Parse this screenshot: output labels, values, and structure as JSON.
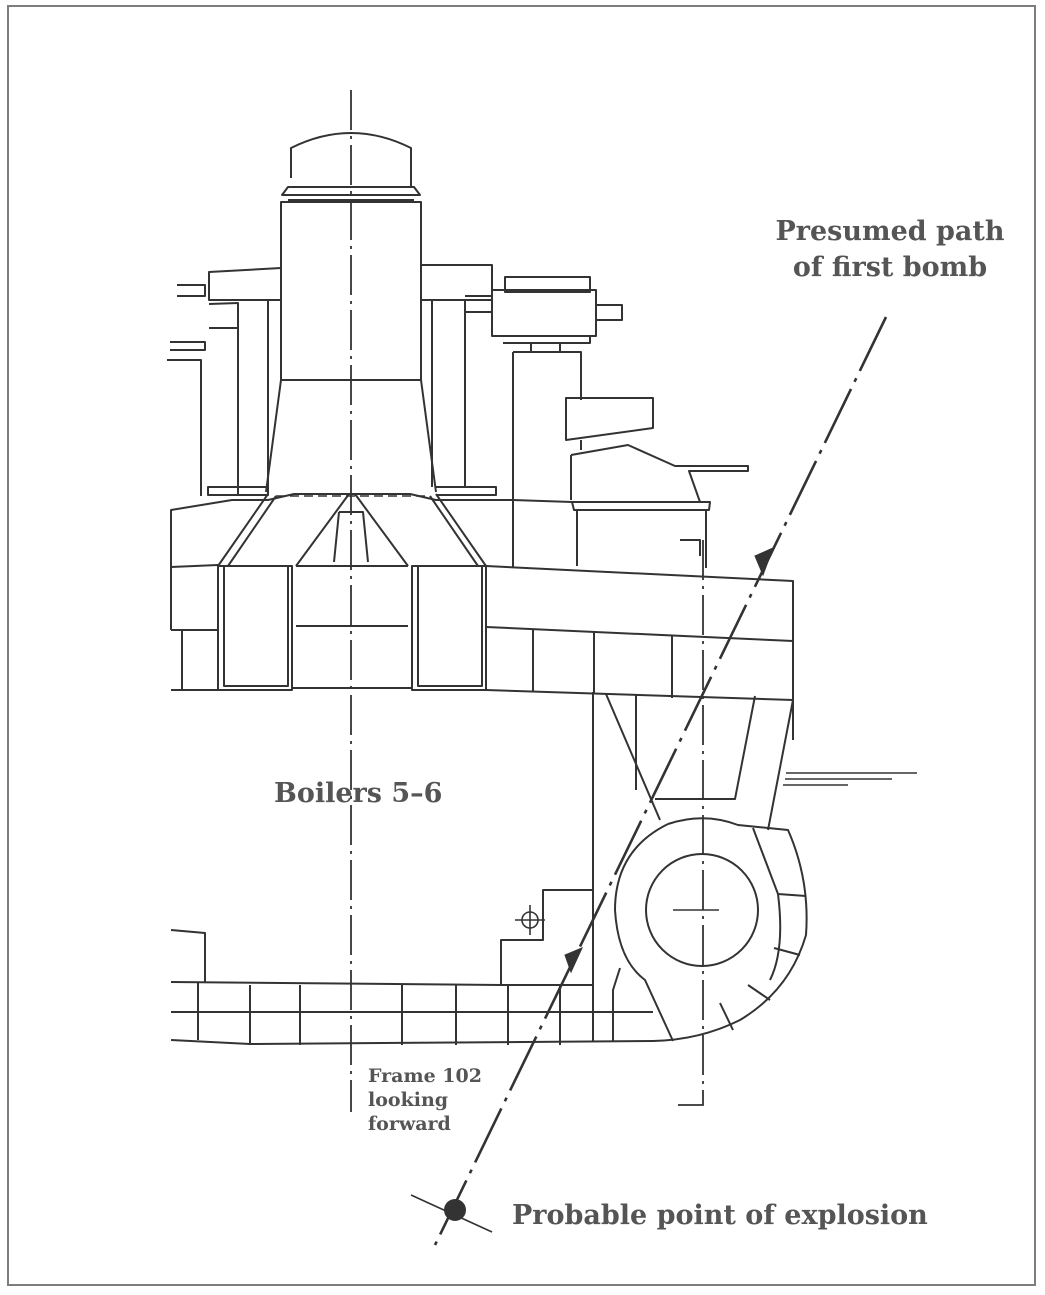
{
  "figure": {
    "labels": {
      "bomb_path_line1": "Presumed path",
      "bomb_path_line2": "of first bomb",
      "compartment": "Boilers 5–6",
      "frame_line1": "Frame 102",
      "frame_line2": "looking",
      "frame_line3": "forward",
      "explosion": "Probable point of explosion"
    },
    "colors": {
      "line": "#333333",
      "text": "#555555",
      "border": "#7d7d7d"
    }
  }
}
